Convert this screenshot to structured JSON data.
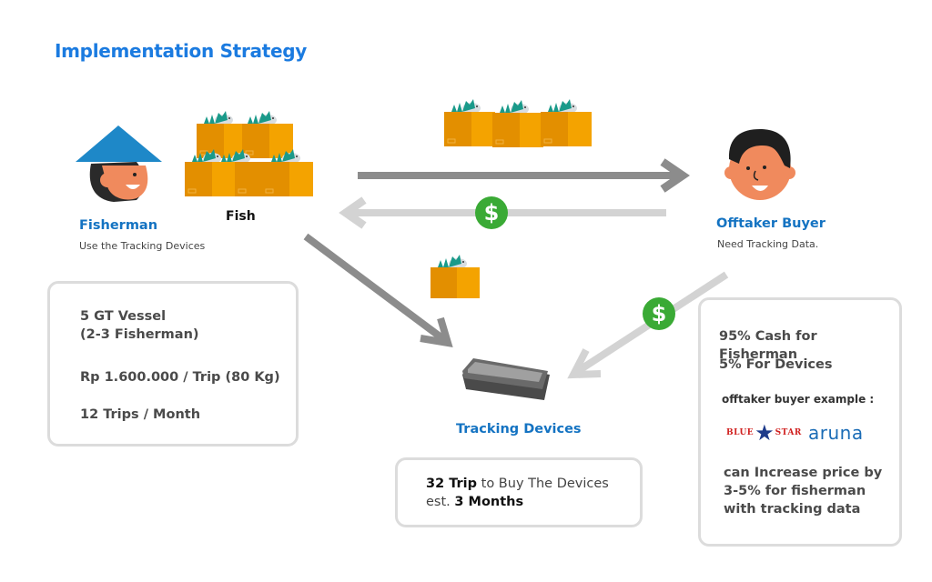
{
  "title": "Implementation Strategy",
  "fisherman": {
    "name": "Fisherman",
    "description": "Use the Tracking Devices",
    "icon": "fisherman-avatar"
  },
  "fish": {
    "label": "Fish",
    "icon": "fish-crates"
  },
  "offtaker": {
    "name": "Offtaker Buyer",
    "description": "Need Tracking Data.",
    "icon": "buyer-avatar"
  },
  "tracking": {
    "label": "Tracking Devices",
    "icon": "tracking-device"
  },
  "vessel_card": {
    "line1": "5 GT Vessel",
    "line2": "(2-3 Fisherman)",
    "line3": "Rp 1.600.000 / Trip (80 Kg)",
    "line4": "12 Trips / Month"
  },
  "device_card": {
    "trips_bold": "32 Trip",
    "trips_rest": " to Buy The Devices",
    "est_prefix": "est. ",
    "est_bold": "3 Months"
  },
  "split_card": {
    "line1": "95% Cash for Fisherman",
    "line2": "5% For Devices",
    "example_label": "offtaker buyer example :",
    "logo1_left": "BLUE",
    "logo1_right": "STAR",
    "logo2": "aruna",
    "note_line1": "can Increase price by",
    "note_line2": "3-5% for fisherman",
    "note_line3": "with tracking data"
  },
  "symbols": {
    "dollar": "$"
  },
  "colors": {
    "title_blue": "#1b7be0",
    "label_blue": "#1473c2",
    "arrow_dark": "#8c8c8c",
    "arrow_light": "#d3d3d3",
    "dollar_green": "#3aaa35",
    "crate_orange": "#f4a300",
    "crate_dark": "#e38f00",
    "fish_teal": "#1a9a8a"
  }
}
